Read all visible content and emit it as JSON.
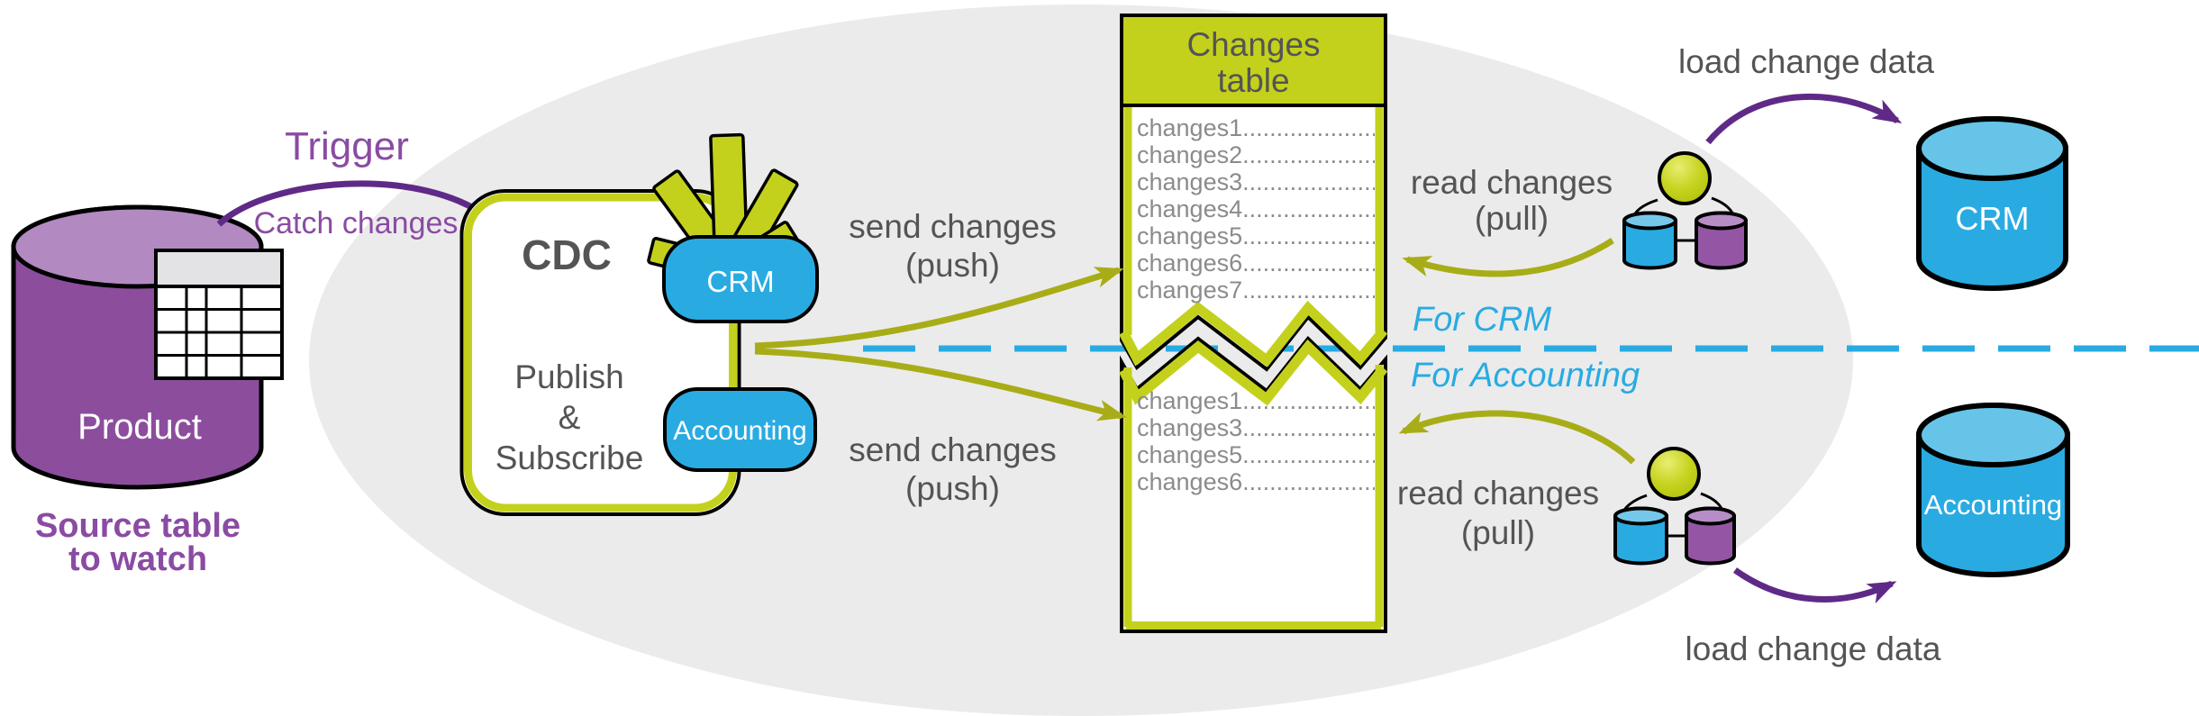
{
  "source": {
    "db_label": "Product",
    "caption_line1": "Source table",
    "caption_line2": "to watch"
  },
  "trigger": {
    "label": "Trigger",
    "sublabel": "Catch changes"
  },
  "cdc": {
    "title": "CDC",
    "pubsub_line1": "Publish",
    "pubsub_line2": "&",
    "pubsub_line3": "Subscribe",
    "badges": {
      "crm": "CRM",
      "accounting": "Accounting"
    }
  },
  "changes_table": {
    "title_line1": "Changes",
    "title_line2": "table",
    "top_rows": [
      "changes1........................",
      "changes2........................",
      "changes3........................",
      "changes4........................",
      "changes5........................",
      "changes6........................",
      "changes7........................"
    ],
    "bottom_rows": [
      "changes1........................",
      "changes3........................",
      "changes5........................",
      "changes6........................"
    ]
  },
  "flow_labels": {
    "send_push_top": {
      "line1": "send changes",
      "line2": "(push)"
    },
    "send_push_bottom": {
      "line1": "send changes",
      "line2": "(push)"
    },
    "read_pull_top": {
      "line1": "read changes",
      "line2": "(pull)"
    },
    "read_pull_bottom": {
      "line1": "read changes",
      "line2": "(pull)"
    },
    "load_top": "load change data",
    "load_bottom": "load change data",
    "lane_top": "For CRM",
    "lane_bottom": "For Accounting"
  },
  "targets": {
    "crm": "CRM",
    "accounting": "Accounting"
  },
  "icons": {
    "source_database": "database-cylinder-icon",
    "source_table": "table-grid-icon",
    "cdc_burst": "star-burst-icon",
    "subscriber_connector": "pubsub-nodes-icon",
    "crm_database": "database-cylinder-icon",
    "accounting_database": "database-cylinder-icon"
  },
  "colors": {
    "olive": "#c3d11c",
    "olive_arrow": "#a8ad17",
    "blue": "#29abe2",
    "purple_fill": "#8c4d9d",
    "purple_arrow": "#5f2a87",
    "purple_text": "#8a4ba3",
    "gray_text": "#545456",
    "row_text": "#8b8b8b",
    "ellipse_bg": "#ebebec"
  }
}
